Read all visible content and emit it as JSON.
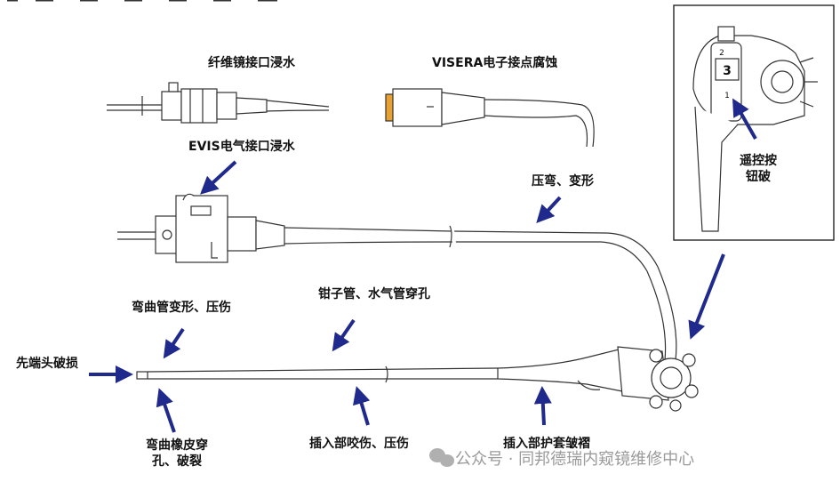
{
  "labels": {
    "fiber_connector": "纤维镜接口浸水",
    "visera_corrosion": "VISERA电子接点腐蚀",
    "evis_connector": "EVIS电气接口浸水",
    "crush_deform": "压弯、变形",
    "remote_button_1": "遥控按",
    "remote_button_2": "钮破",
    "forceps_channel": "钳子管、水气管穿孔",
    "bend_tube_deform": "弯曲管变形、压伤",
    "tip_damage": "先端头破损",
    "rubber_1": "弯曲橡皮穿",
    "rubber_2": "孔、破裂",
    "insertion_bite": "插入部咬伤、压伤",
    "insertion_sleeve": "插入部护套皱褶"
  },
  "inset": {
    "button_number": "3",
    "button_top": "2",
    "button_bottom": "1"
  },
  "watermark": {
    "text": "公众号 · 同邦德瑞内窥镜维修中心"
  },
  "colors": {
    "arrow": "#1f2a8c",
    "outline": "#333333",
    "label": "#111111",
    "watermark": "#9a9a9a"
  }
}
